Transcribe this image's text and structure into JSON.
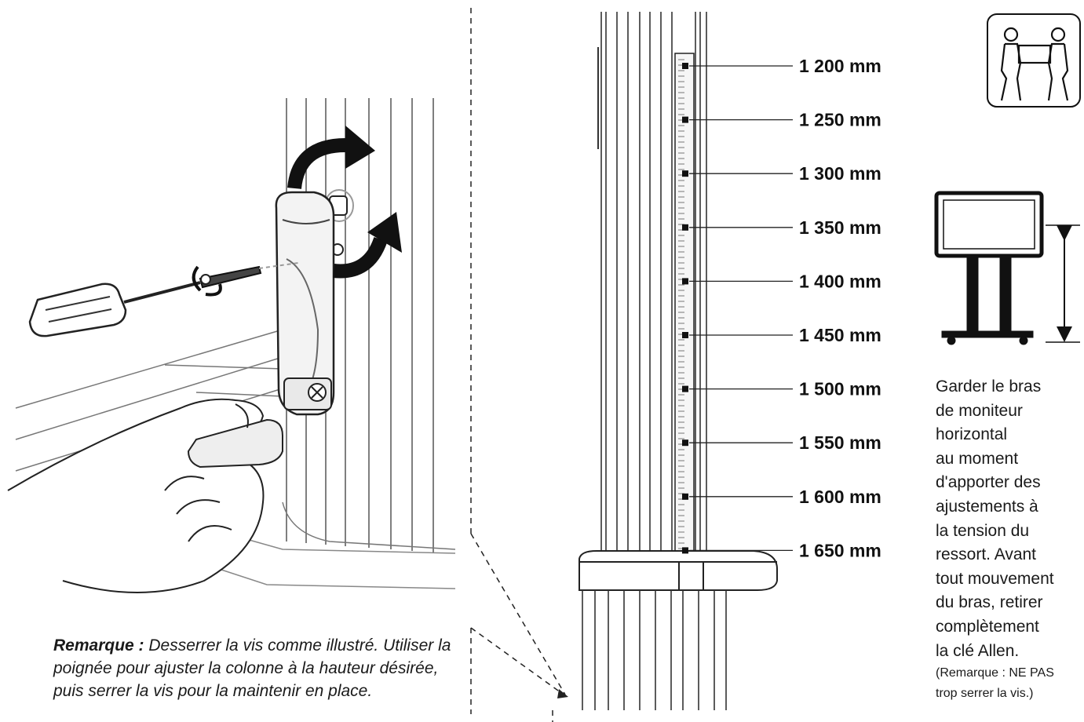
{
  "height_scale": {
    "unit": "mm",
    "labels": [
      "1 200 mm",
      "1 250 mm",
      "1 300 mm",
      "1 350 mm",
      "1 400 mm",
      "1 450 mm",
      "1 500 mm",
      "1 550 mm",
      "1 600 mm",
      "1 650 mm"
    ]
  },
  "note": {
    "lead": "Remarque :",
    "text": "Desserrer la vis comme illustré. Utiliser la poignée pour ajuster la colonne à la hauteur désirée, puis serrer la vis pour la maintenir en place."
  },
  "side_text": {
    "lines": [
      "Garder le bras",
      "de moniteur",
      "horizontal",
      "au moment",
      "d'apporter des",
      "ajustements à",
      "la tension du",
      "ressort. Avant",
      "tout mouvement",
      "du bras, retirer",
      "complètement",
      "la clé Allen."
    ],
    "remark_lines": [
      "(Remarque : NE PAS",
      "trop serrer la vis.)"
    ]
  },
  "icons": [
    "two-person-lift-icon",
    "height-adjust-icon",
    "screwdriver-icon",
    "rotation-arrow-icon"
  ]
}
